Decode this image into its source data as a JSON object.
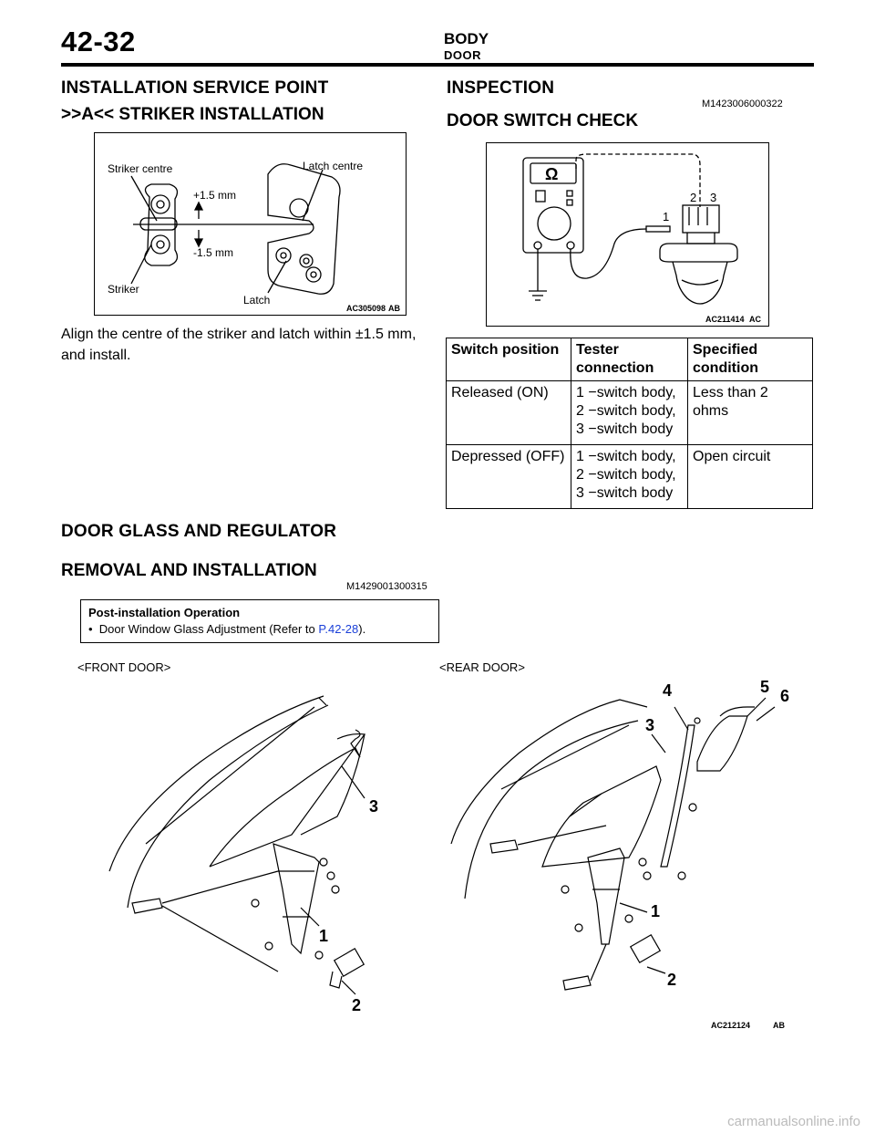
{
  "header": {
    "page_number": "42-32",
    "section": "BODY",
    "subsection": "DOOR"
  },
  "left": {
    "heading": "INSTALLATION SERVICE POINT",
    "subheading": ">>A<< STRIKER INSTALLATION",
    "figure": {
      "labels": {
        "striker_centre": "Striker centre",
        "latch_centre": "Latch centre",
        "plus": "+1.5 mm",
        "minus": "-1.5 mm",
        "striker": "Striker",
        "latch": "Latch"
      },
      "code": "AC305098",
      "code_suffix": "AB"
    },
    "instruction": "Align the centre of the striker and latch within ±1.5 mm, and install."
  },
  "right": {
    "heading": "INSPECTION",
    "code": "M1423006000322",
    "subheading": "DOOR SWITCH CHECK",
    "figure": {
      "ohm_symbol": "Ω",
      "pin_1": "1",
      "pin_2": "2",
      "pin_3": "3",
      "code": "AC211414",
      "code_suffix": "AC"
    },
    "table": {
      "headers": [
        "Switch position",
        "Tester connection",
        "Specified condition"
      ],
      "rows": [
        {
          "position": "Released (ON)",
          "connection": [
            "1 −switch body,",
            "2 −switch body,",
            "3 −switch body"
          ],
          "condition": "Less than 2 ohms"
        },
        {
          "position": "Depressed (OFF)",
          "connection": [
            "1 −switch body,",
            "2 −switch body,",
            "3 −switch body"
          ],
          "condition": "Open circuit"
        }
      ]
    }
  },
  "glass": {
    "heading": "DOOR GLASS AND REGULATOR",
    "subheading": "REMOVAL AND INSTALLATION",
    "code": "M1429001300315",
    "note": {
      "title": "Post-installation Operation",
      "bullet": "•",
      "item_text": "Door Window Glass Adjustment (Refer to ",
      "item_link": "P.42-28",
      "item_close": ")."
    },
    "front_label": "<FRONT DOOR>",
    "rear_label": "<REAR DOOR>",
    "callouts": {
      "front_1": "1",
      "front_2": "2",
      "front_3": "3",
      "rear_1": "1",
      "rear_2": "2",
      "rear_3": "3",
      "rear_4": "4",
      "rear_5": "5",
      "rear_6": "6"
    },
    "figure_code": "AC212124",
    "figure_code_suffix": "AB"
  },
  "watermark": "carmanualsonline.info"
}
